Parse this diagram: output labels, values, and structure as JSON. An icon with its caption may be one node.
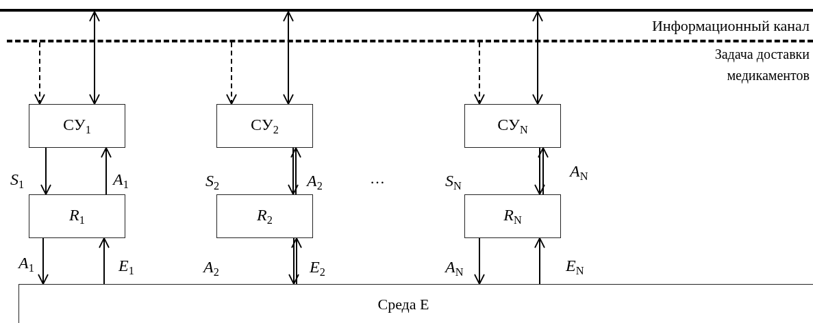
{
  "diagram": {
    "nodes": [
      {
        "text": [
          "Информационный канал"
        ]
      },
      {
        "text": [],
        "shape": "line",
        "beside": [
          "Задача доставки медикаментов"
        ]
      },
      {
        "text": [
          "СУ$_{1}$"
        ]
      },
      {
        "text": [
          "СУ$_{2}$"
        ]
      },
      {
        "text": [
          "СУ$_{N}$"
        ]
      },
      {
        "text": [
          "*R*$_{1}$"
        ]
      },
      {
        "text": [
          "*R*$_{2}$"
        ]
      },
      {
        "text": [
          "*R*$_{N}$"
        ]
      },
      {
        "text": [
          "Среда E"
        ]
      }
    ],
    "edges": [
      {
        "from": 1,
        "to": 2,
        "arrow": "to",
        "style": "dashed"
      },
      {
        "from": 0,
        "to": 2,
        "arrow": "both"
      },
      {
        "from": 1,
        "to": 3,
        "arrow": "to",
        "style": "dashed"
      },
      {
        "from": 0,
        "to": 3,
        "arrow": "both"
      },
      {
        "from": 1,
        "to": 4,
        "arrow": "to",
        "style": "dashed"
      },
      {
        "from": 0,
        "to": 4,
        "arrow": "both"
      },
      {
        "from": 2,
        "to": 5,
        "arrow": "to",
        "label": "*S*$_{1}$"
      },
      {
        "from": 5,
        "to": 2,
        "arrow": "to",
        "label": "*A*$_{1}$"
      },
      {
        "from": 3,
        "to": 6,
        "arrow": "to",
        "label": "*S*$_{2}$"
      },
      {
        "from": 6,
        "to": 3,
        "arrow": "to",
        "label": "*A*$_{2}$"
      },
      {
        "from": 4,
        "to": 7,
        "arrow": "to",
        "label": "*S*$_{N}$"
      },
      {
        "from": 7,
        "to": 4,
        "arrow": "to",
        "label": "*A*$_{N}$"
      },
      {
        "from": 5,
        "to": 8,
        "arrow": "to",
        "label": "*A*$_{1}$"
      },
      {
        "from": 8,
        "to": 5,
        "arrow": "to",
        "label": "*E*$_{1}$"
      },
      {
        "from": 6,
        "to": 8,
        "arrow": "to",
        "label": "*A*$_{2}$"
      },
      {
        "from": 8,
        "to": 6,
        "arrow": "to",
        "label": "*E*$_{2}$"
      },
      {
        "from": 7,
        "to": 8,
        "arrow": "to",
        "label": "*A*$_{N}$"
      },
      {
        "from": 8,
        "to": 7,
        "arrow": "to",
        "label": "*E*$_{N}$"
      }
    ],
    "labels": [
      "…"
    ]
  }
}
